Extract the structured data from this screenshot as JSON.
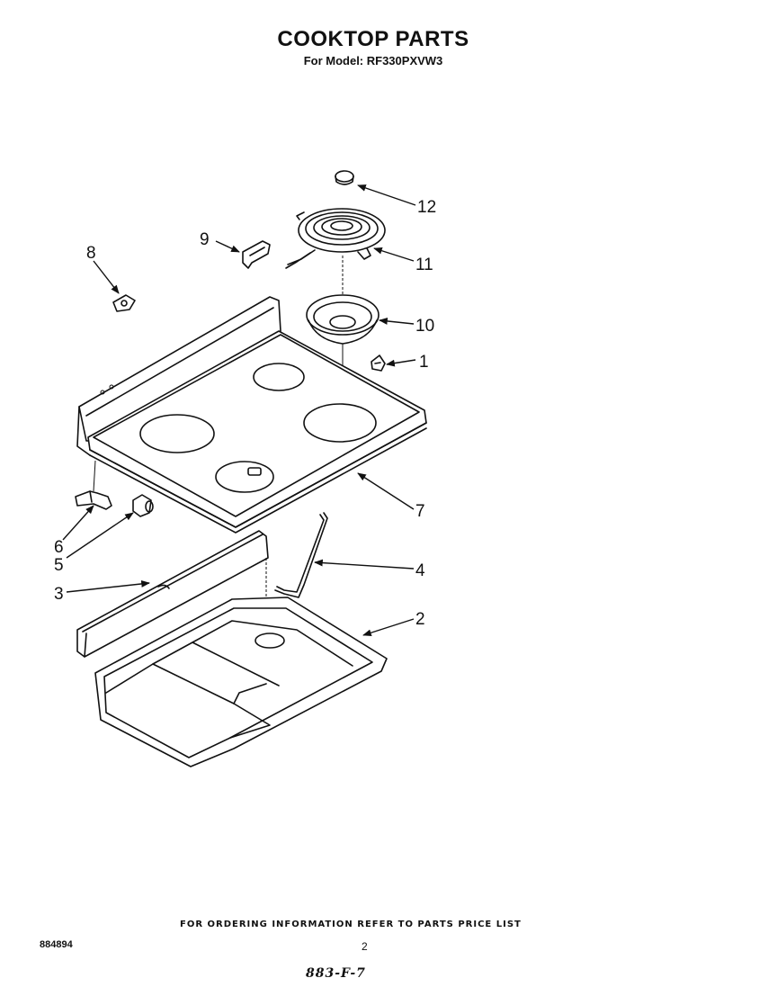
{
  "title": "COOKTOP PARTS",
  "subtitle": "For Model: RF330PXVW3",
  "footer_note": "FOR ORDERING INFORMATION REFER TO PARTS PRICE LIST",
  "doc_number": "884894",
  "page_number": "2",
  "handwritten_code": "883-F-7",
  "callouts": {
    "c1": "1",
    "c2": "2",
    "c3": "3",
    "c4": "4",
    "c5": "5",
    "c6": "6",
    "c7": "7",
    "c8": "8",
    "c9": "9",
    "c10": "10",
    "c11": "11",
    "c12": "12"
  }
}
